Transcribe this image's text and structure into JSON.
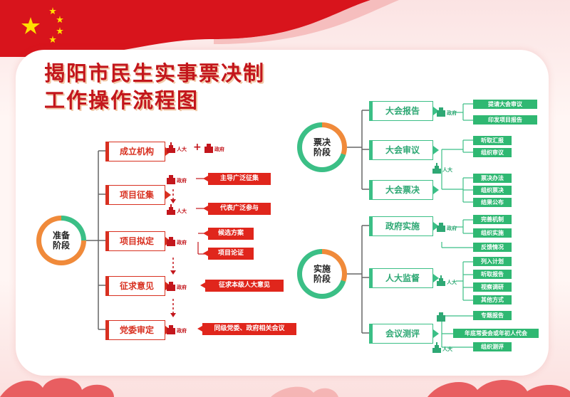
{
  "colors": {
    "red": "#d83020",
    "green": "#3bbf86",
    "orange": "#f08a3a",
    "title": "#c3161c"
  },
  "title": {
    "line1": "揭阳市民生实事票决制",
    "line2": "工作操作流程图"
  },
  "left": {
    "stage": "准备\n阶段",
    "steps": [
      "成立机构",
      "项目征集",
      "项目拟定",
      "征求意见",
      "党委审定"
    ],
    "renda": "人大",
    "zhengfu": "政府",
    "plus": "+",
    "tags": {
      "collect1": "主导广泛征集",
      "collect2": "代表广泛参与",
      "draft1": "候选方案",
      "draft2": "项目论证",
      "opinion": "征求本级人大意见",
      "approve": "同级党委、政府相关会议"
    }
  },
  "vote": {
    "stage": "票决\n阶段",
    "steps": [
      "大会报告",
      "大会审议",
      "大会票决"
    ],
    "renda": "人大",
    "zhengfu": "政府",
    "report": [
      "提请大会审议",
      "印发项目报告"
    ],
    "review": [
      "听取汇报",
      "组织审议"
    ],
    "ballot": [
      "票决办法",
      "组织票决",
      "结果公布"
    ]
  },
  "impl": {
    "stage": "实施\n阶段",
    "steps": [
      "政府实施",
      "人大监督",
      "会议测评"
    ],
    "renda": "人大",
    "zhengfu": "政府",
    "implement": [
      "完善机制",
      "组织实施"
    ],
    "feedback": "反馈情况",
    "supervise": [
      "列入计划",
      "听取报告",
      "视察调研",
      "其他方式"
    ],
    "evaluate1": "专题报告",
    "evaluate2": "年底常委会或年初人代会",
    "evaluate3": "组织测评"
  }
}
